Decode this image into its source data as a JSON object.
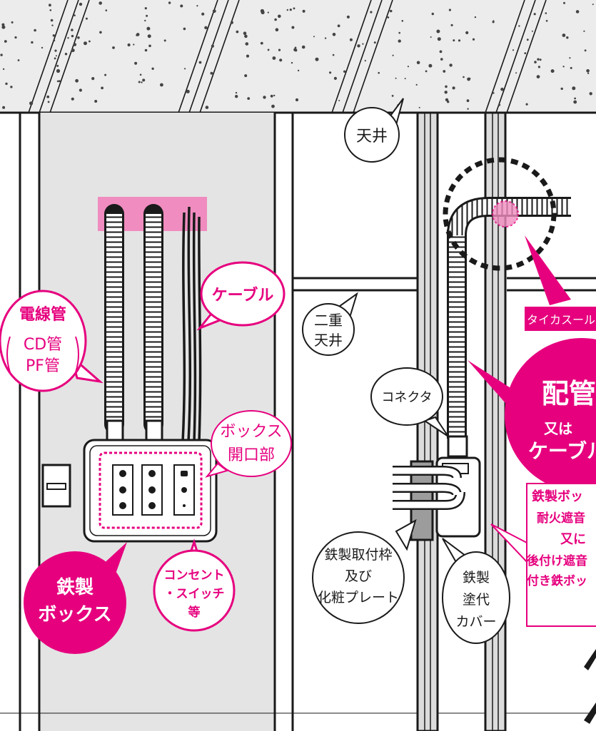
{
  "labels": {
    "ceiling": "天井",
    "double_ceiling": [
      "二重",
      "天井"
    ],
    "conduit": {
      "title": "電線管",
      "sub": [
        "CD管",
        "PF管"
      ]
    },
    "cable": "ケーブル",
    "box_opening": [
      "ボックス",
      "開口部"
    ],
    "steel_box": [
      "鉄製",
      "ボックス"
    ],
    "outlet_switch": [
      "コンセント",
      "・スイッチ",
      "等"
    ],
    "connector": "コネクタ",
    "taika_seal": "タイカスールE",
    "piping_or_cable": {
      "main": "配管",
      "mid": "又は",
      "bottom": "ケーブル"
    },
    "steel_box_note": [
      "鉄製ボッ",
      "耐火遮音",
      "又に",
      "後付け遮音",
      "付き鉄ボッ"
    ],
    "frame_plate": [
      "鉄製取付枠",
      "及び",
      "化粧プレート"
    ],
    "steel_cover": [
      "鉄製",
      "塗代",
      "カバー"
    ]
  },
  "colors": {
    "magenta": "#e6007e",
    "pink_band": "#f08cbf",
    "wall_grey": "#e4e4e4",
    "ceiling_grey": "#ececec",
    "line": "#1a1a1a"
  }
}
